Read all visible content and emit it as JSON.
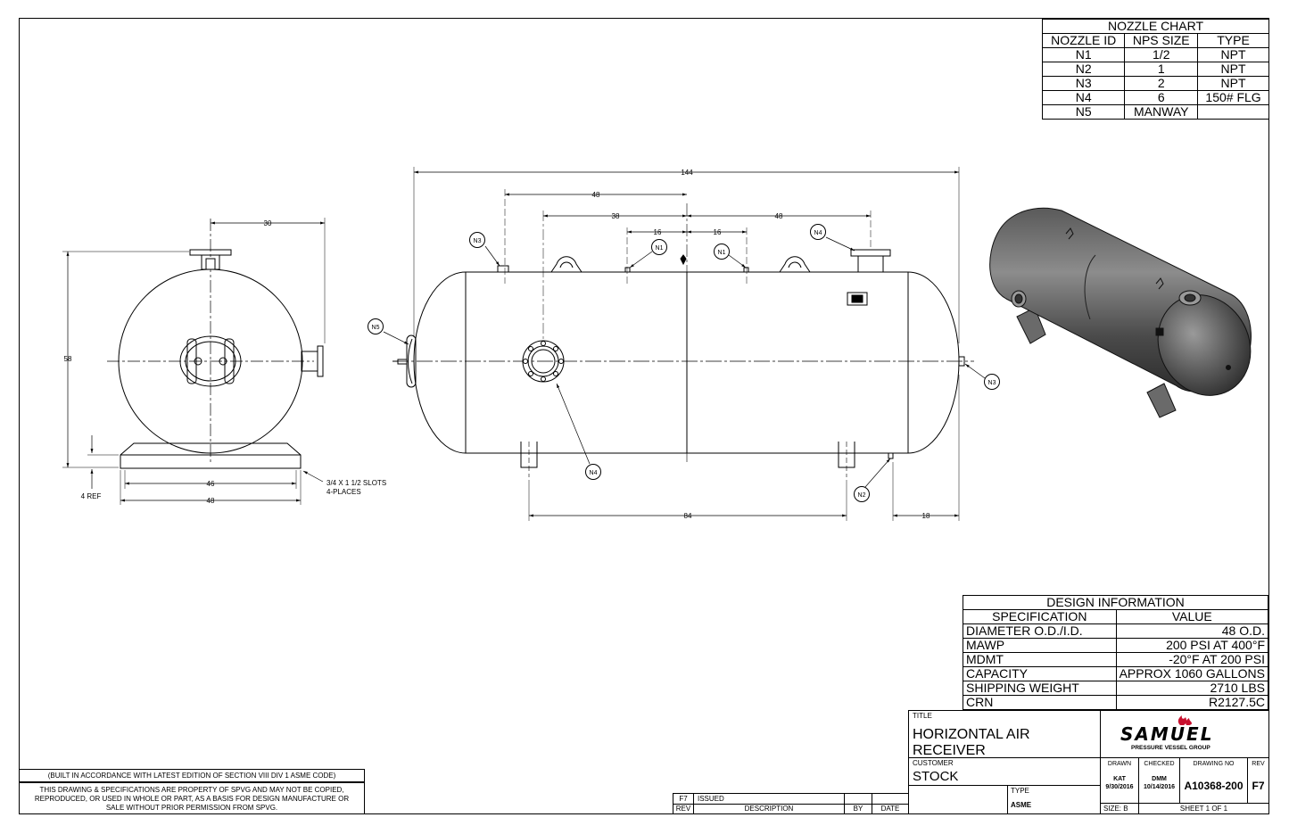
{
  "nozzle_chart": {
    "title": "NOZZLE CHART",
    "headers": [
      "NOZZLE ID",
      "NPS SIZE",
      "TYPE"
    ],
    "rows": [
      [
        "N1",
        "1/2",
        "NPT"
      ],
      [
        "N2",
        "1",
        "NPT"
      ],
      [
        "N3",
        "2",
        "NPT"
      ],
      [
        "N4",
        "6",
        "150# FLG"
      ],
      [
        "N5",
        "MANWAY",
        ""
      ]
    ]
  },
  "design_info": {
    "title": "DESIGN INFORMATION",
    "headers": [
      "SPECIFICATION",
      "VALUE"
    ],
    "rows": [
      [
        "DIAMETER O.D./I.D.",
        "48 O.D."
      ],
      [
        "MAWP",
        "200 PSI AT 400°F"
      ],
      [
        "MDMT",
        "-20°F AT 200 PSI"
      ],
      [
        "CAPACITY",
        "APPROX 1060 GALLONS"
      ],
      [
        "SHIPPING WEIGHT",
        "2710 LBS"
      ],
      [
        "CRN",
        "R2127.5C"
      ]
    ]
  },
  "end_view": {
    "dim_width_top": "30",
    "dim_height": "58",
    "dim_ref": "4 REF",
    "dim_slot_span": "46",
    "dim_base": "48",
    "slot_note_1": "3/4 X 1 1/2 SLOTS",
    "slot_note_2": "4-PLACES"
  },
  "side_view": {
    "dim_overall": "144",
    "dim_n3_to_center": "48",
    "dim_n4_bottom_to_center": "38",
    "dim_n1_left": "16",
    "dim_n1_right": "16",
    "dim_center_to_n4": "48",
    "dim_saddles": "84",
    "dim_right_end": "18",
    "callouts": {
      "n3_top": "N3",
      "n1_left": "N1",
      "n1_right": "N1",
      "n4_top": "N4",
      "n5": "N5",
      "n3_end": "N3",
      "n4_bottom": "N4",
      "n2": "N2"
    }
  },
  "notes": {
    "asme": "(BUILT IN ACCORDANCE WITH LATEST EDITION OF SECTION VIII DIV 1 ASME CODE)",
    "property": "THIS DRAWING & SPECIFICATIONS ARE PROPERTY OF SPVG AND MAY NOT BE COPIED, REPRODUCED, OR USED IN WHOLE OR PART, AS A BASIS FOR DESIGN MANUFACTURE OR SALE WITHOUT PRIOR PERMISSION FROM SPVG."
  },
  "revision": {
    "rev": "F7",
    "description": "ISSUED",
    "headers": [
      "REV",
      "DESCRIPTION",
      "BY",
      "DATE"
    ]
  },
  "title_block": {
    "title_label": "TITLE",
    "title": "HORIZONTAL AIR RECEIVER",
    "customer_label": "CUSTOMER",
    "customer": "STOCK",
    "type_label": "TYPE",
    "type": "ASME",
    "logo_text": "SAMUEL",
    "logo_sub": "PRESSURE VESSEL GROUP",
    "drawn_label": "DRAWN",
    "drawn_by": "KAT",
    "drawn_date": "9/30/2016",
    "checked_label": "CHECKED",
    "checked_by": "DMM",
    "checked_date": "10/14/2016",
    "drawing_no_label": "DRAWING NO",
    "drawing_no": "A10368-200",
    "rev_label": "REV",
    "rev": "F7",
    "size": "SIZE: B",
    "sheet": "SHEET 1  OF 1"
  }
}
